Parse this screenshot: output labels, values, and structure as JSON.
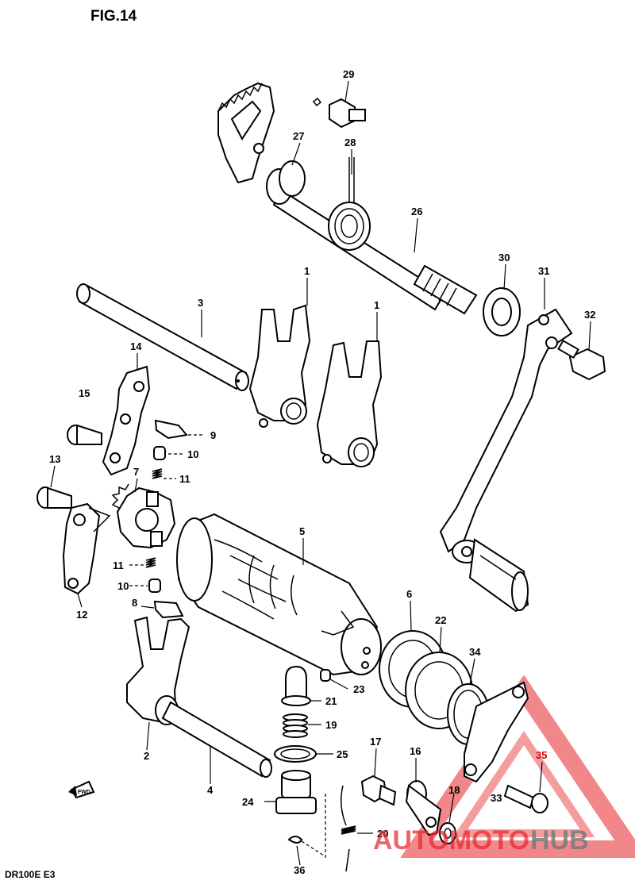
{
  "figure_title": "FIG.14",
  "model_code": "DR100E E3",
  "fwd_marker": "FWD",
  "watermark": {
    "part1": "AUTOMOTO",
    "part2": "HUB",
    "color_red": "#e8242a",
    "color_gray": "#7a7a7a"
  },
  "callouts": [
    {
      "id": "c29",
      "text": "29"
    },
    {
      "id": "c27",
      "text": "27"
    },
    {
      "id": "c28",
      "text": "28"
    },
    {
      "id": "c26",
      "text": "26"
    },
    {
      "id": "c30",
      "text": "30"
    },
    {
      "id": "c31",
      "text": "31"
    },
    {
      "id": "c32",
      "text": "32"
    },
    {
      "id": "c3",
      "text": "3"
    },
    {
      "id": "c1a",
      "text": "1"
    },
    {
      "id": "c1b",
      "text": "1"
    },
    {
      "id": "c14",
      "text": "14"
    },
    {
      "id": "c15",
      "text": "15"
    },
    {
      "id": "c9",
      "text": "9"
    },
    {
      "id": "c10a",
      "text": "10"
    },
    {
      "id": "c11a",
      "text": "11"
    },
    {
      "id": "c13",
      "text": "13"
    },
    {
      "id": "c7",
      "text": "7"
    },
    {
      "id": "c5",
      "text": "5"
    },
    {
      "id": "c11b",
      "text": "11"
    },
    {
      "id": "c10b",
      "text": "10"
    },
    {
      "id": "c8",
      "text": "8"
    },
    {
      "id": "c12",
      "text": "12"
    },
    {
      "id": "c6",
      "text": "6"
    },
    {
      "id": "c22",
      "text": "22"
    },
    {
      "id": "c34",
      "text": "34"
    },
    {
      "id": "c23",
      "text": "23"
    },
    {
      "id": "c21",
      "text": "21"
    },
    {
      "id": "c19",
      "text": "19"
    },
    {
      "id": "c25",
      "text": "25"
    },
    {
      "id": "c2",
      "text": "2"
    },
    {
      "id": "c4",
      "text": "4"
    },
    {
      "id": "c17",
      "text": "17"
    },
    {
      "id": "c16",
      "text": "16"
    },
    {
      "id": "c35",
      "text": "35"
    },
    {
      "id": "c18",
      "text": "18"
    },
    {
      "id": "c33",
      "text": "33"
    },
    {
      "id": "c24",
      "text": "24"
    },
    {
      "id": "c20",
      "text": "20"
    },
    {
      "id": "c36",
      "text": "36"
    }
  ]
}
